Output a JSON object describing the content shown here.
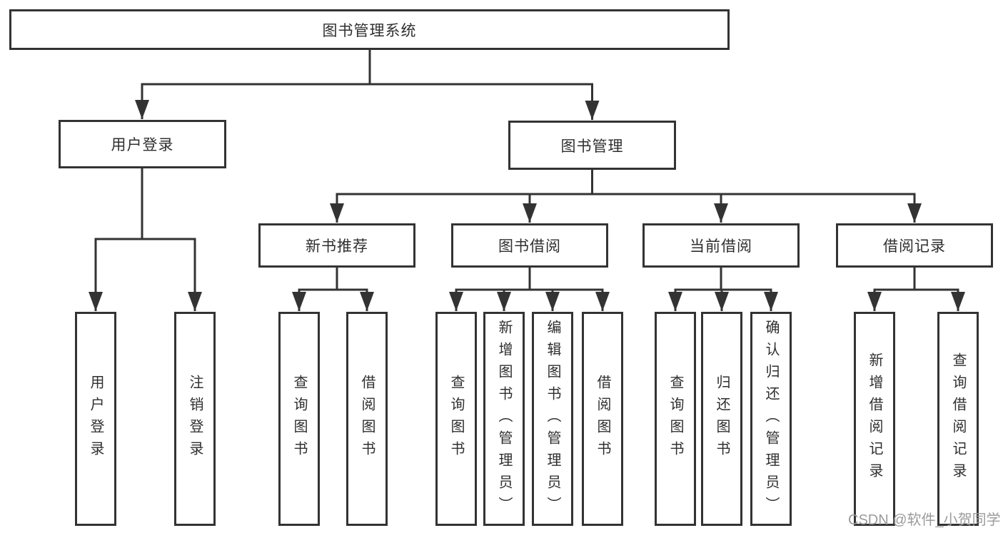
{
  "diagram": {
    "title": "图书管理系统",
    "root": {
      "label": "图书管理系统"
    },
    "level2": [
      {
        "label": "用户登录",
        "children": [
          {
            "label": "用户登录"
          },
          {
            "label": "注销登录"
          }
        ]
      },
      {
        "label": "图书管理",
        "children": [
          {
            "label": "新书推荐",
            "children": [
              {
                "label": "查询图书"
              },
              {
                "label": "借阅图书"
              }
            ]
          },
          {
            "label": "图书借阅",
            "children": [
              {
                "label": "查询图书"
              },
              {
                "label": "新增图书（管理员）"
              },
              {
                "label": "编辑图书（管理员）"
              },
              {
                "label": "借阅图书"
              }
            ]
          },
          {
            "label": "当前借阅",
            "children": [
              {
                "label": "查询图书"
              },
              {
                "label": "归还图书"
              },
              {
                "label": "确认归还（管理员）"
              }
            ]
          },
          {
            "label": "借阅记录",
            "children": [
              {
                "label": "新增借阅记录"
              },
              {
                "label": "查询借阅记录"
              }
            ]
          }
        ]
      }
    ]
  },
  "watermark": {
    "text": "CSDN @软件_小贺同学"
  },
  "colors": {
    "line": "#333333",
    "text": "#2f2f2f",
    "box_background": "#ffffff",
    "watermark": "#9b9b9b"
  }
}
